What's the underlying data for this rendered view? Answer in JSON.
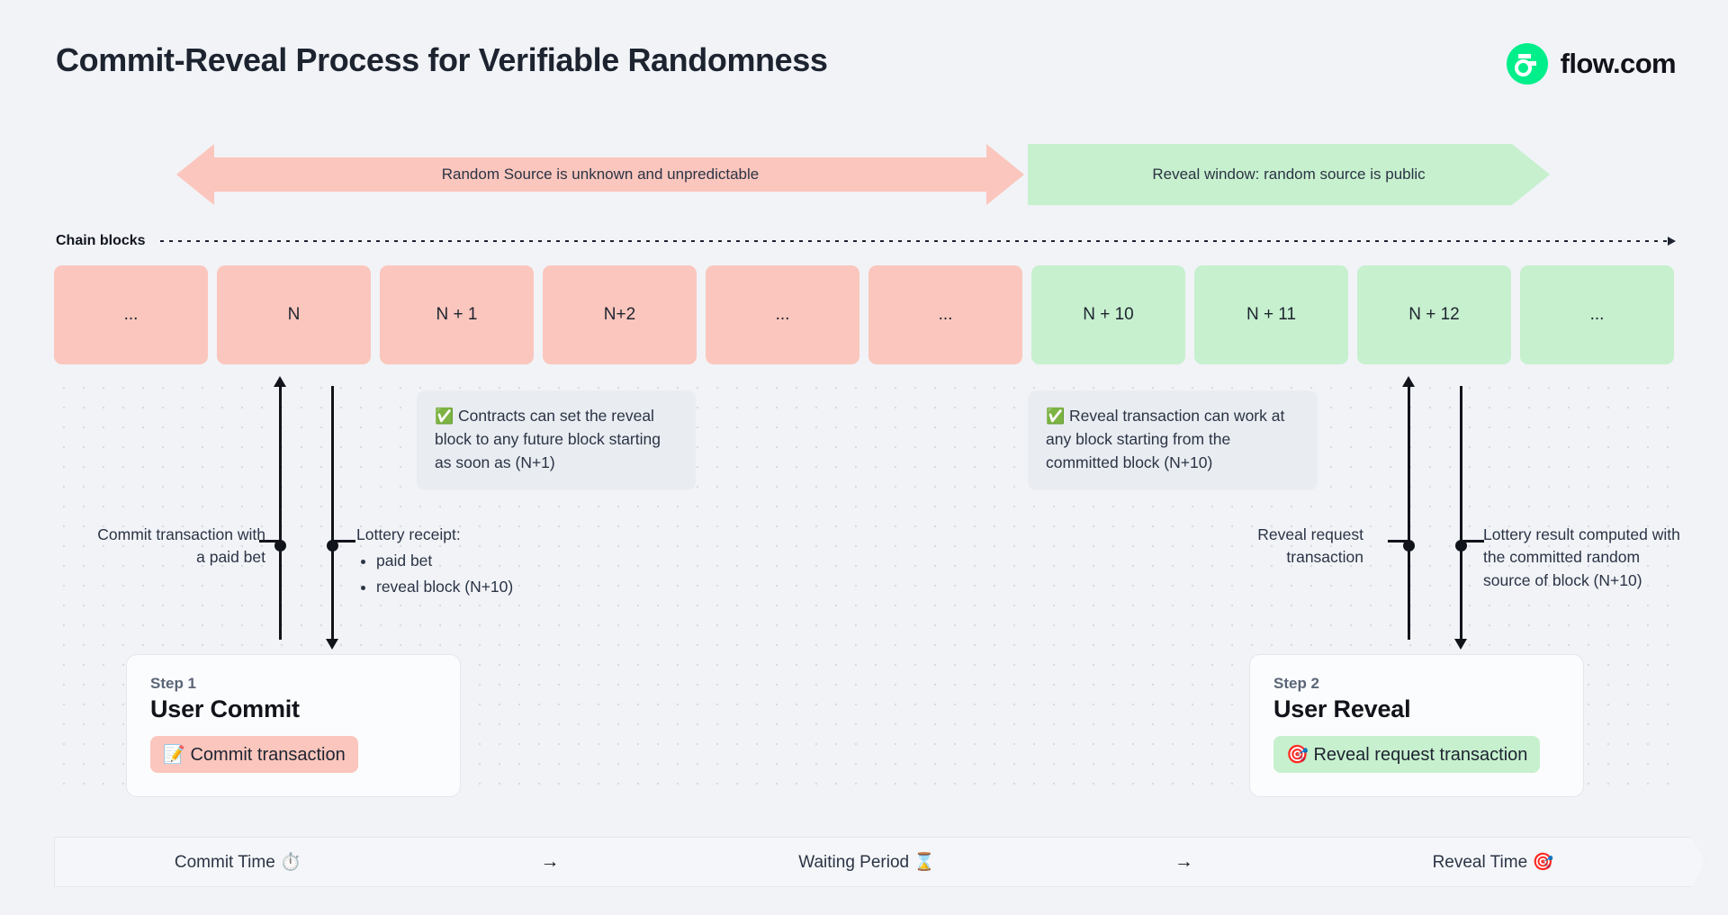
{
  "header": {
    "title": "Commit-Reveal Process for Verifiable Randomness",
    "brand_name": "flow.com",
    "brand_color": "#00ef8b"
  },
  "phases": {
    "unknown_label": "Random Source is unknown and unpredictable",
    "unknown_color": "#fbc6bd",
    "reveal_label": "Reveal window: random source is public",
    "reveal_color": "#c7f0ce"
  },
  "chain": {
    "label": "Chain blocks",
    "blocks": [
      {
        "label": "...",
        "state": "pink"
      },
      {
        "label": "N",
        "state": "pink"
      },
      {
        "label": "N + 1",
        "state": "pink"
      },
      {
        "label": "N+2",
        "state": "pink"
      },
      {
        "label": "...",
        "state": "pink"
      },
      {
        "label": "...",
        "state": "pink"
      },
      {
        "label": "N + 10",
        "state": "green"
      },
      {
        "label": "N + 11",
        "state": "green"
      },
      {
        "label": "N + 12",
        "state": "green"
      },
      {
        "label": "...",
        "state": "green"
      }
    ]
  },
  "callouts": {
    "commit": {
      "icon": "✅",
      "text": "Contracts can set the reveal block to any future block starting as soon as (N+1)"
    },
    "reveal": {
      "icon": "✅",
      "text": "Reveal transaction can work at any block starting from the committed block (N+10)"
    }
  },
  "annotations": {
    "commit_tx": "Commit transaction with a paid bet",
    "receipt_title": "Lottery receipt:",
    "receipt_items": [
      "paid bet",
      "reveal block (N+10)"
    ],
    "reveal_request": "Reveal request transaction",
    "lottery_result": "Lottery result computed with the committed random source of block (N+10)"
  },
  "steps": [
    {
      "eyebrow": "Step 1",
      "title": "User Commit",
      "chip_icon": "📝",
      "chip_label": "Commit transaction",
      "chip_color": "#fbc6bd"
    },
    {
      "eyebrow": "Step 2",
      "title": "User Reveal",
      "chip_icon": "🎯",
      "chip_label": "Reveal request transaction",
      "chip_color": "#c7f0ce"
    }
  ],
  "timeline": {
    "stage1": "Commit Time ⏱️",
    "arrow1": "→",
    "stage2": "Waiting Period ⌛",
    "arrow2": "→",
    "stage3": "Reveal Time 🎯"
  }
}
